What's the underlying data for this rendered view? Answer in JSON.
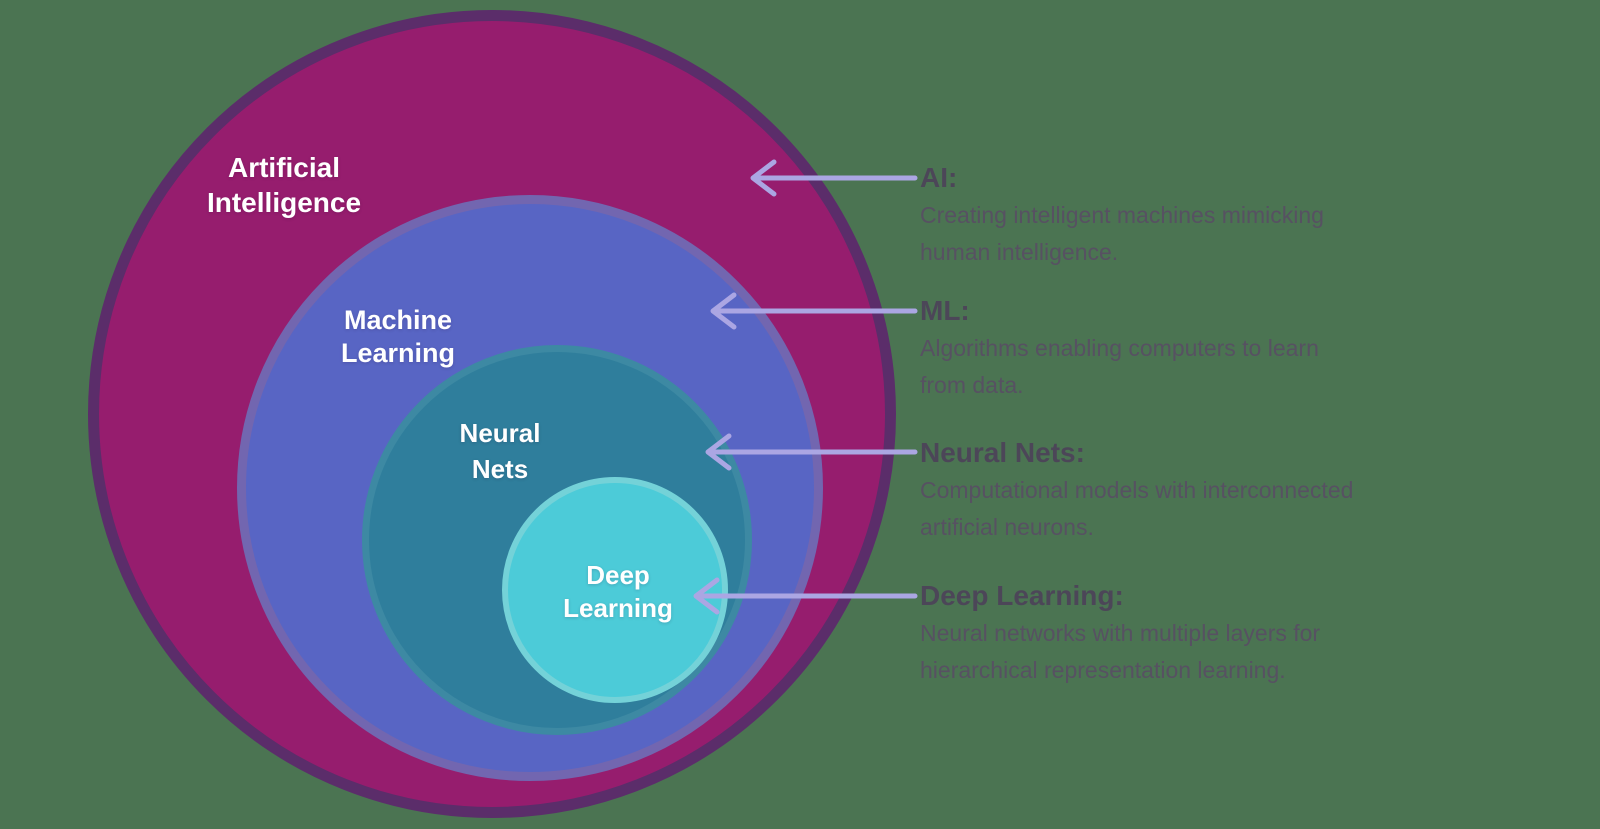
{
  "background_color": "#4b7452",
  "diagram": {
    "arrow_color": "#aba6e3",
    "circles": [
      {
        "id": "ai",
        "label_lines": [
          "Artificial",
          "Intelligence"
        ],
        "fill": "#961d6e",
        "border": "#5b2d6a"
      },
      {
        "id": "ml",
        "label_lines": [
          "Machine",
          "Learning"
        ],
        "fill": "#5865c4",
        "border": "#7266b0"
      },
      {
        "id": "nn",
        "label_lines": [
          "Neural",
          "Nets"
        ],
        "fill": "#2f7e9c",
        "border": "#3d89a3"
      },
      {
        "id": "dl",
        "label_lines": [
          "Deep",
          "Learning"
        ],
        "fill": "#4ccbd8",
        "border": "#74d2d8"
      }
    ]
  },
  "annotations": [
    {
      "heading": "AI:",
      "lines": [
        "Creating intelligent machines mimicking",
        "human intelligence."
      ]
    },
    {
      "heading": "ML:",
      "lines": [
        "Algorithms enabling computers to learn",
        "from data."
      ]
    },
    {
      "heading": "Neural Nets:",
      "lines": [
        "Computational models with interconnected",
        "artificial neurons."
      ]
    },
    {
      "heading": "Deep Learning:",
      "lines": [
        "Neural networks with multiple layers for",
        "hierarchical representation learning."
      ]
    }
  ]
}
